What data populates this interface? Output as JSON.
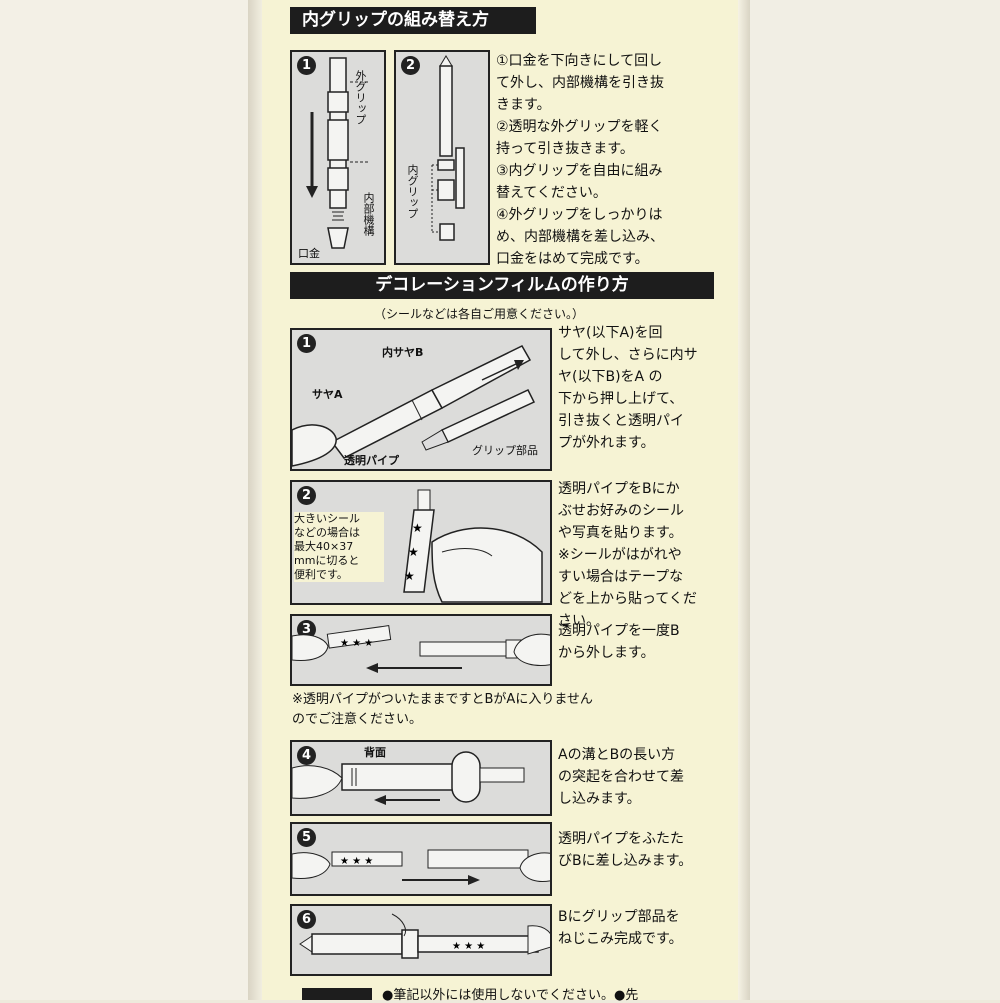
{
  "section1": {
    "title": "内グリップの組み替え方",
    "fig1": {
      "num": "1",
      "label_outer_grip": "外グリップ",
      "label_internal": "内部機構",
      "label_tip": "口金"
    },
    "fig2": {
      "num": "2",
      "label_inner_grip": "内グリップ"
    },
    "steps": [
      "①口金を下向きにして回し",
      "て外し、内部機構を引き抜",
      "きます。",
      "②透明な外グリップを軽く",
      "持って引き抜きます。",
      "③内グリップを自由に組み",
      "替えてください。",
      "④外グリップをしっかりは",
      "め、内部機構を差し込み、",
      "口金をはめて完成です。"
    ]
  },
  "section2": {
    "title": "デコレーションフィルムの作り方",
    "subtitle": "（シールなどは各自ご用意ください。）",
    "step1": {
      "num": "1",
      "label_inner_sheath": "内サヤB",
      "label_sheath": "サヤA",
      "label_pipe": "透明パイプ",
      "label_grip_part": "グリップ部品",
      "text": [
        "サヤ(以下A)を回",
        "して外し、さらに内サ",
        "ヤ(以下B)をA の",
        "下から押し上げて、",
        "引き抜くと透明パイ",
        "プが外れます。"
      ]
    },
    "step2": {
      "num": "2",
      "note": [
        "大きいシール",
        "などの場合は",
        "最大40×37",
        "mmに切ると",
        "便利です。"
      ],
      "text": [
        "透明パイプをBにか",
        "ぶせお好みのシール",
        "や写真を貼ります。",
        "※シールがはがれや",
        "すい場合はテープな",
        "どを上から貼ってくだ",
        "さい。"
      ]
    },
    "step3": {
      "num": "3",
      "text": [
        "透明パイプを一度B",
        "から外します。"
      ]
    },
    "warning": [
      "※透明パイプがついたままですとBがAに入りません",
      "のでご注意ください。"
    ],
    "step4": {
      "num": "4",
      "label_back": "背面",
      "text": [
        "Aの溝とBの長い方",
        "の突起を合わせて差",
        "し込みます。"
      ]
    },
    "step5": {
      "num": "5",
      "text": [
        "透明パイプをふたた",
        "びBに差し込みます。"
      ]
    },
    "step6": {
      "num": "6",
      "text": [
        "Bにグリップ部品を",
        "ねじこみ完成です。"
      ]
    }
  },
  "footer": {
    "text": "●筆記以外には使用しないでください。●先"
  }
}
